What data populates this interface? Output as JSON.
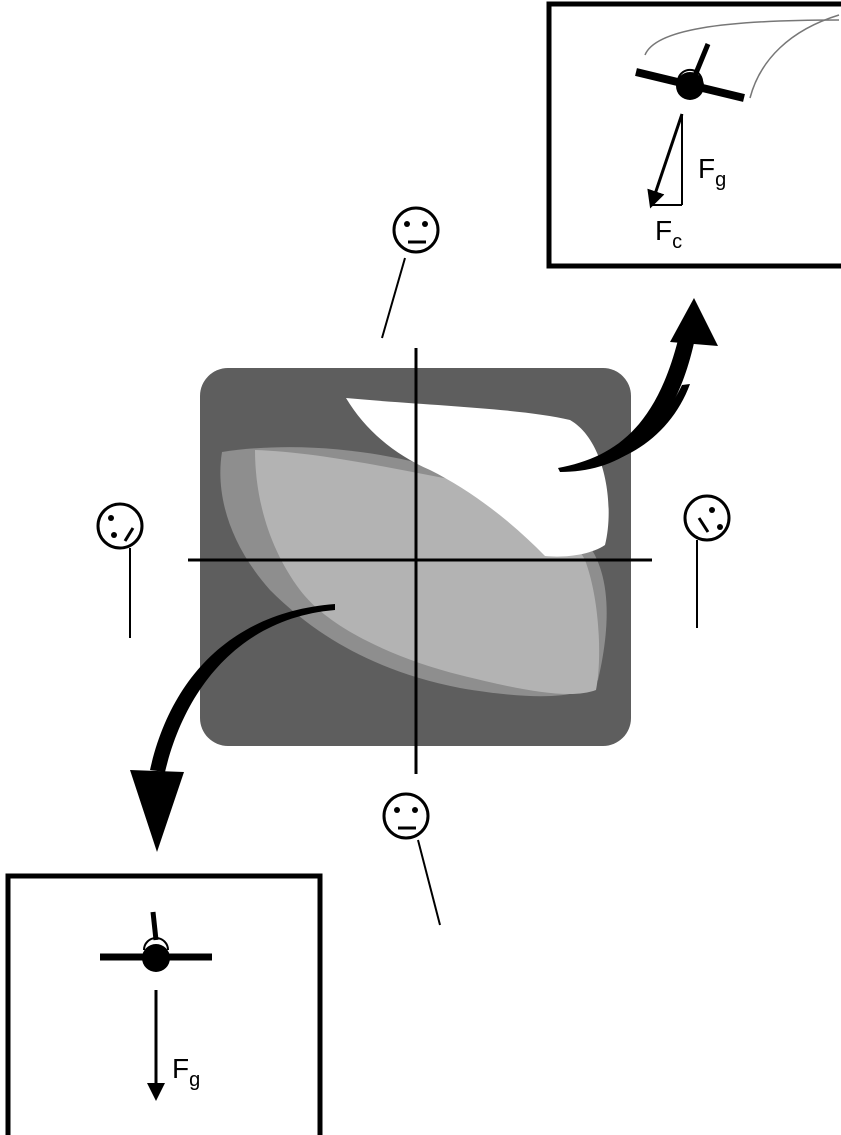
{
  "colors": {
    "background": "#ffffff",
    "ink": "#000000",
    "outer_region": "#5e5e5e",
    "middle_region": "#8e8e8e",
    "inner_region": "#b3b3b3",
    "top_region": "#ffffff"
  },
  "icons": {
    "face_top": "neutral-face-icon",
    "face_bottom": "neutral-face-icon",
    "face_left": "tilted-face-icon",
    "face_right": "tilted-face-icon",
    "aircraft_banked": "banked-aircraft-icon",
    "aircraft_level": "level-aircraft-icon"
  },
  "inset_top_right": {
    "force_gravity": {
      "main": "F",
      "sub": "g"
    },
    "force_centripetal": {
      "main": "F",
      "sub": "c"
    }
  },
  "inset_bottom_left": {
    "force_gravity": {
      "main": "F",
      "sub": "g"
    }
  }
}
